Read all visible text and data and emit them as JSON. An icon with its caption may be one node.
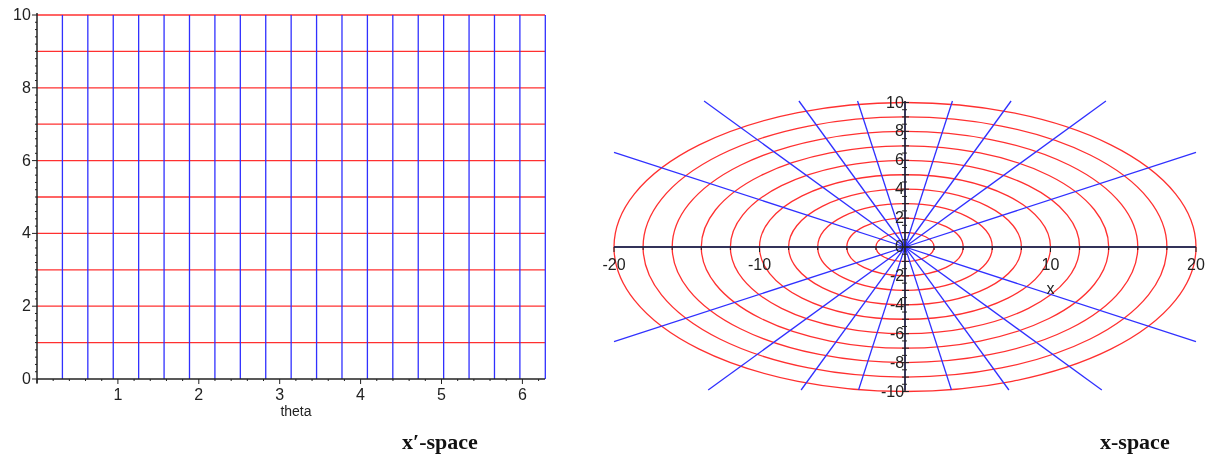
{
  "diagram": {
    "labels": [
      "10",
      "8",
      "6",
      "4",
      "2",
      "0",
      "1",
      "2",
      "3",
      "4",
      "5",
      "6",
      "theta",
      "x′-space",
      "10",
      "8",
      "6",
      "4",
      "2",
      "0",
      "-2",
      "-4",
      "-6",
      "-8",
      "-10",
      "-20",
      "-10",
      "10",
      "20",
      "x",
      "x-space"
    ]
  }
}
